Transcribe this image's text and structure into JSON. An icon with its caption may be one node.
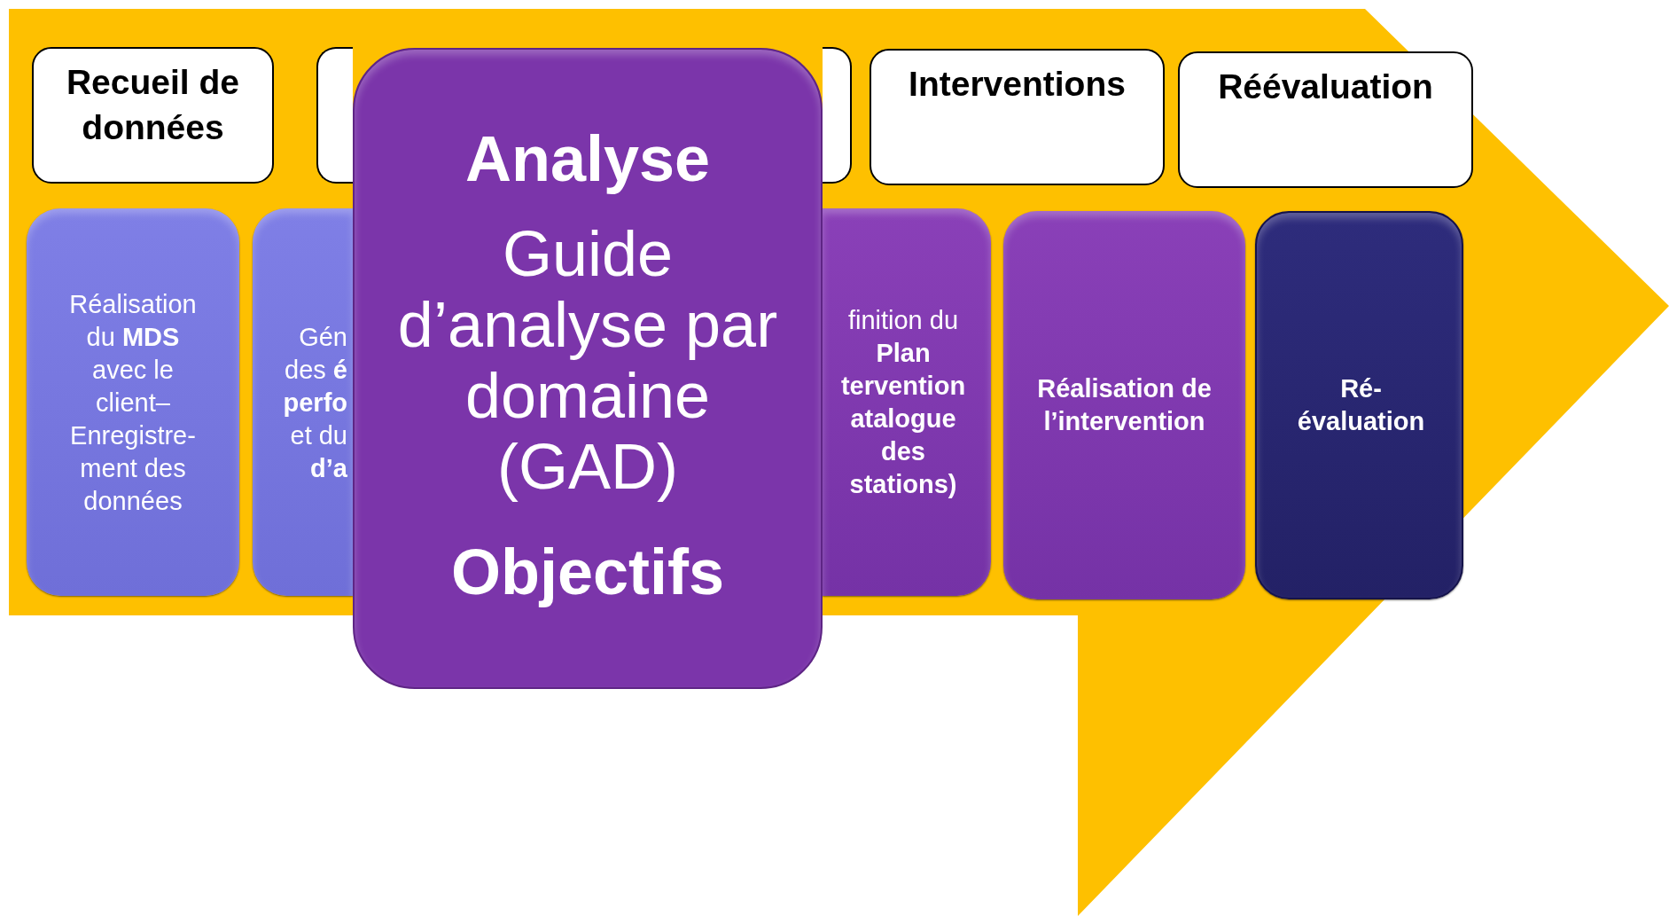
{
  "diagram": {
    "nodes": [
      {
        "text": [
          "Recueil de données"
        ]
      },
      {
        "text": [],
        "shape": "box"
      },
      {
        "text": [
          "Interventions"
        ]
      },
      {
        "text": [
          "Réévaluation"
        ]
      },
      {
        "text": [
          "Réalisation du **MDS** avec le client– Enregistre-ment des données"
        ]
      },
      {
        "text": [
          "Gén des **é** **perfo** et du **d’a**"
        ]
      },
      {
        "text": [
          "finition du **Plan** **tervention** **atalogue** **des** **stations)**"
        ]
      },
      {
        "text": [
          "Réalisation de l’intervention"
        ]
      },
      {
        "text": [
          "Ré-évaluation"
        ]
      },
      {
        "text": [
          "Analyse",
          "Guide d’analyse par domaine (GAD)",
          "Objectifs"
        ]
      }
    ]
  }
}
